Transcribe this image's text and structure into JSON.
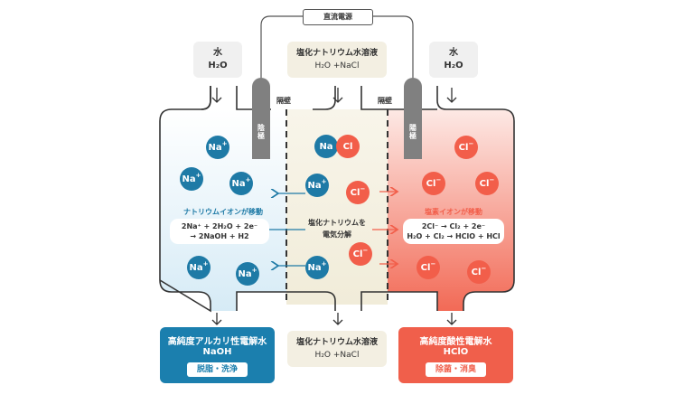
{
  "power_source": "直流電源",
  "inputs": {
    "left": {
      "line1": "水",
      "line2": "H₂O"
    },
    "center": {
      "line1": "塩化ナトリウム水溶液",
      "line2": "H₂O +NaCl"
    },
    "right": {
      "line1": "水",
      "line2": "H₂O"
    }
  },
  "labels": {
    "membrane_left": "隔壁",
    "membrane_right": "隔壁",
    "cathode": "陰極",
    "anode": "陽極",
    "center_process": "塩化ナトリウムを",
    "center_process2": "電気分解"
  },
  "ions": {
    "na": "Na",
    "cl": "Cl",
    "plus": "+",
    "minus": "−"
  },
  "left_chamber": {
    "caption": "ナトリウムイオンが移動",
    "formula_line1": "2Na⁺ + 2H₂O + 2e⁻",
    "formula_line2": "→ 2NaOH + H2"
  },
  "right_chamber": {
    "caption": "塩素イオンが移動",
    "formula_line1": "2Cl⁻ → Cl₂ + 2e⁻",
    "formula_line2": "H₂O + Cl₂ → HClO + HCl"
  },
  "outputs": {
    "left": {
      "line1": "高純度アルカリ性電解水",
      "line2": "NaOH",
      "tag": "脱脂・洗浄"
    },
    "center": {
      "line1": "塩化ナトリウム水溶液",
      "line2": "H₂O +NaCl"
    },
    "right": {
      "line1": "高純度酸性電解水",
      "line2": "HClO",
      "tag": "除菌・消臭"
    }
  },
  "colors": {
    "na": "#1e7aa6",
    "cl": "#f25e4a",
    "alkaline_box": "#1b7fae",
    "acid_box": "#f05f4b"
  }
}
